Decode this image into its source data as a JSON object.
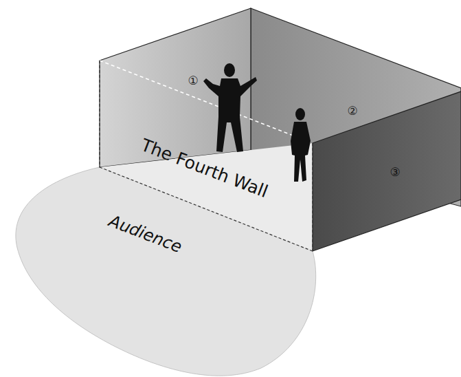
{
  "diagram": {
    "labels": [
      "①",
      "②",
      "③",
      "The Fourth Wall",
      "Audience"
    ]
  }
}
